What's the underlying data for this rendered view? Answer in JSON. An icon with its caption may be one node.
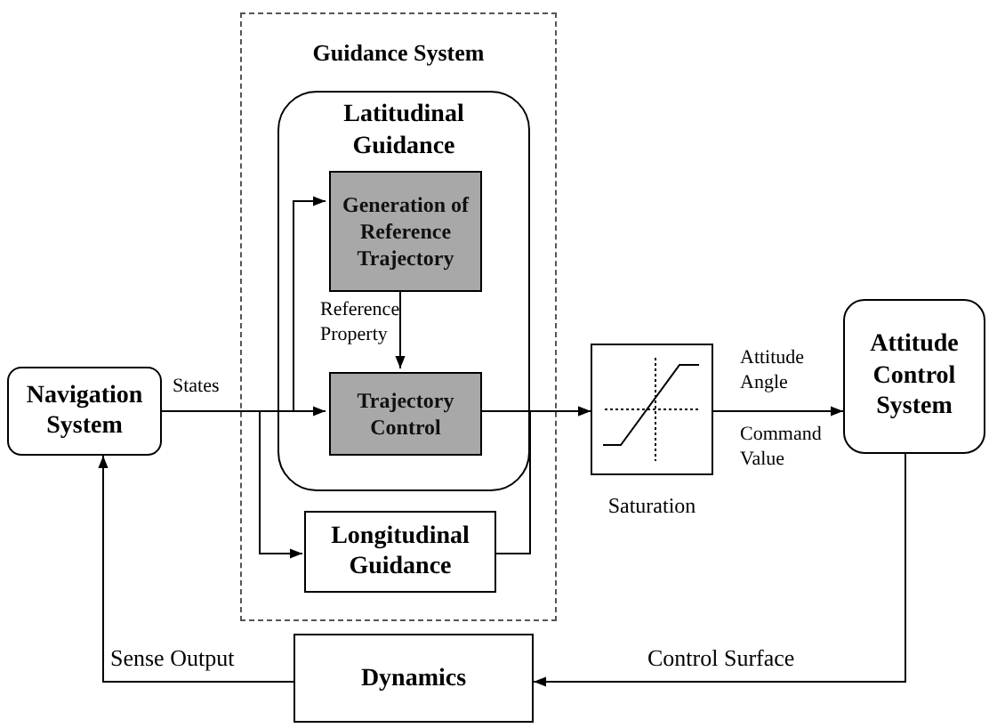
{
  "diagram": {
    "nodes": [
      {
        "text": [
          "Navigation System"
        ]
      },
      {
        "text": [
          "Guidance System"
        ]
      },
      {
        "text": [
          "Latitudinal Guidance"
        ],
        "in": 1
      },
      {
        "text": [
          "Generation of Reference Trajectory"
        ],
        "in": 2
      },
      {
        "text": [
          "Trajectory Control"
        ],
        "in": 2
      },
      {
        "text": [
          "Longitudinal Guidance"
        ],
        "in": 1
      },
      {
        "text": [
          "Saturation"
        ]
      },
      {
        "text": [
          "Attitude Control System"
        ]
      },
      {
        "text": [
          "Dynamics"
        ]
      }
    ],
    "edges": [
      {
        "from": 0,
        "to": 4,
        "arrow": "to",
        "label": "States"
      },
      {
        "from": 0,
        "to": 3,
        "arrow": "to"
      },
      {
        "from": 0,
        "to": 5,
        "arrow": "to"
      },
      {
        "from": 3,
        "to": 4,
        "arrow": "to",
        "label": "Reference Property"
      },
      {
        "from": 4,
        "to": 6,
        "arrow": "to"
      },
      {
        "from": 5,
        "to": 6,
        "arrow": "to"
      },
      {
        "from": 6,
        "to": 7,
        "arrow": "to",
        "label": "Attitude Angle"
      },
      {
        "from": 7,
        "to": 8,
        "arrow": "to",
        "label": "Control Surface"
      },
      {
        "from": 8,
        "to": 0,
        "arrow": "to",
        "label": "Sense Output"
      }
    ],
    "labels": [
      "Command Value"
    ]
  }
}
